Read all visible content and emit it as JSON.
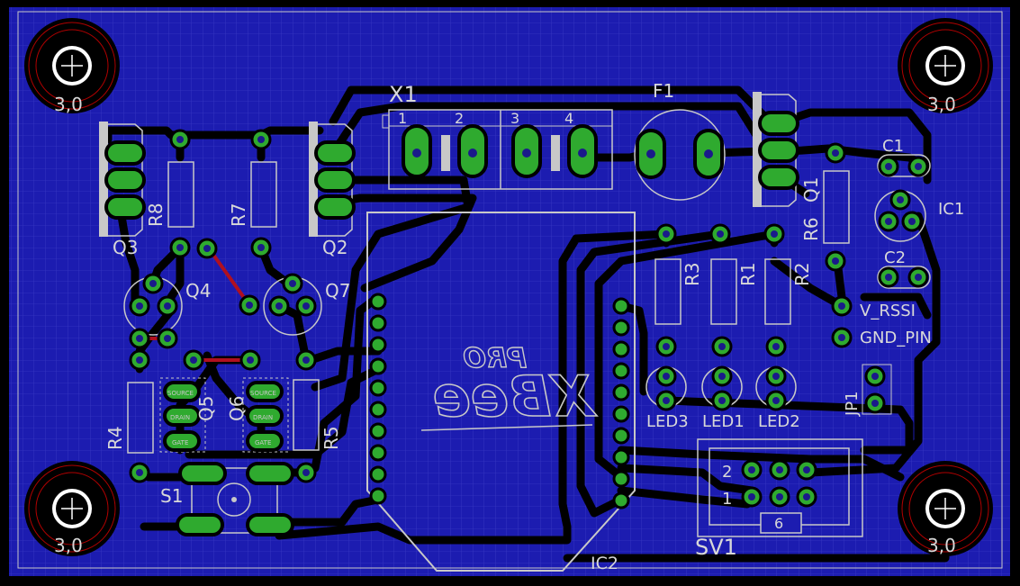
{
  "colors": {
    "background": "#000000",
    "board": "#1c1cb0",
    "grid": "#3b3bc8",
    "trace": "#000000",
    "pad": "#2faa2f",
    "drill": "#1a1a8a",
    "silk": "#c8c8c8",
    "hole_ring": "#b00000",
    "wire_red": "#b01020",
    "text": "#d8d8d8"
  },
  "mount_holes": [
    "3,0",
    "3,0",
    "3,0",
    "3,0"
  ],
  "labels": {
    "x1": "X1",
    "f1": "F1",
    "q1": "Q1",
    "q2": "Q2",
    "q3": "Q3",
    "q4": "Q4",
    "q5": "Q5",
    "q6": "Q6",
    "q7": "Q7",
    "r1": "R1",
    "r2": "R2",
    "r3": "R3",
    "r4": "R4",
    "r5": "R5",
    "r6": "R6",
    "r7": "R7",
    "r8": "R8",
    "c1": "C1",
    "c2": "C2",
    "ic1": "IC1",
    "ic2": "IC2",
    "s1": "S1",
    "sv1": "SV1",
    "jp1": "JP1",
    "led1": "LED1",
    "led2": "LED2",
    "led3": "LED3",
    "v_rssi": "V_RSSI",
    "gnd_pin": "GND_PIN",
    "xbee": "XBee",
    "pro": "PRO",
    "x1_pin1": "1",
    "x1_pin2": "2",
    "x1_pin3": "3",
    "x1_pin4": "4",
    "sv1_row2": "2",
    "sv1_row1": "1",
    "sv1_num": "6"
  },
  "pin_texts": {
    "source": "SOURCE",
    "drain": "DRAIN",
    "gate": "GATE"
  }
}
